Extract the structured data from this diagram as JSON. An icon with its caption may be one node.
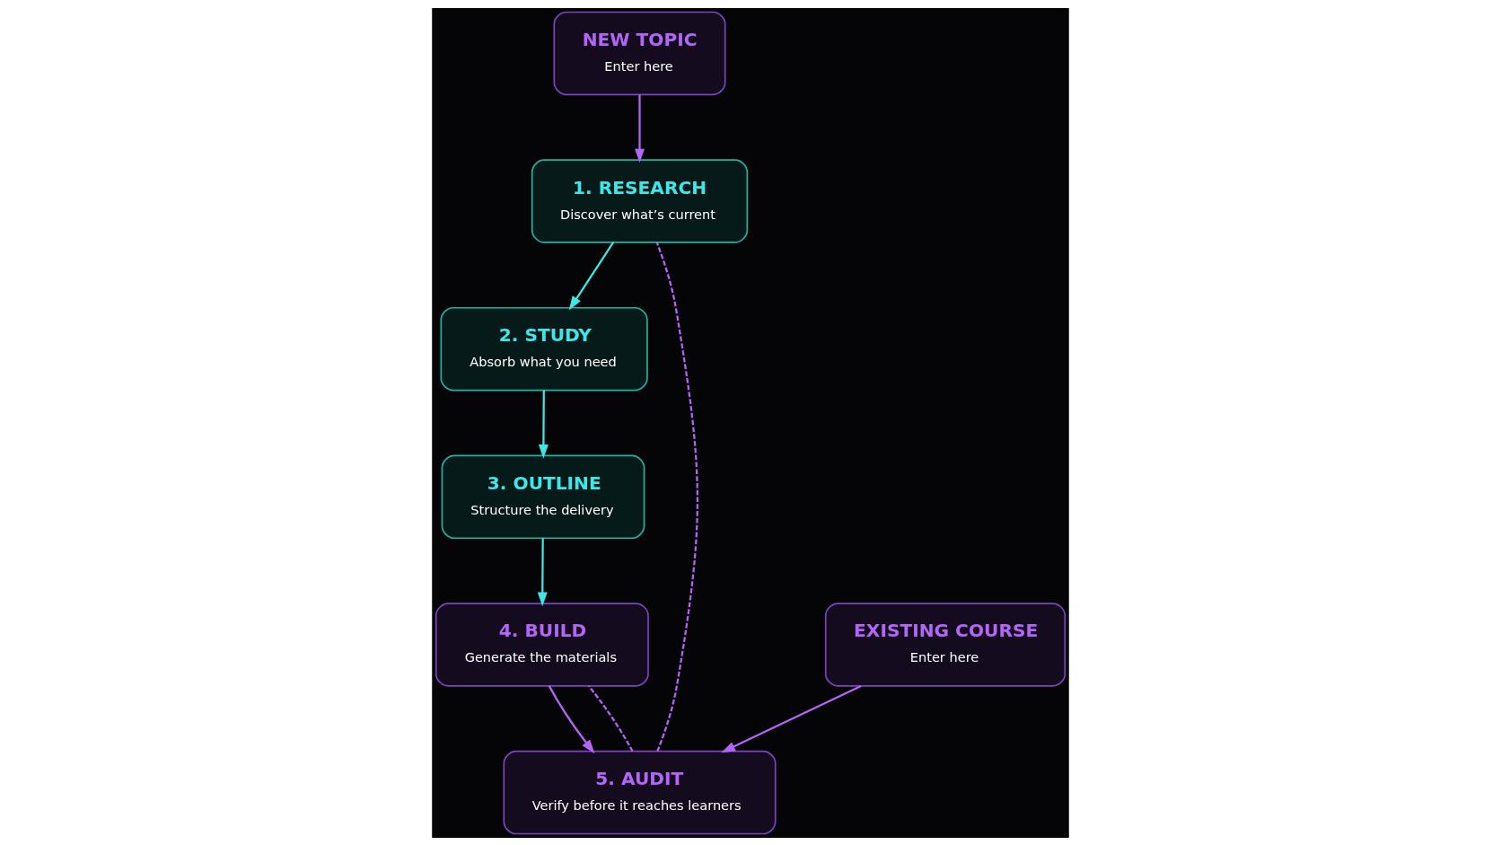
{
  "diagram": {
    "nodes": [
      {
        "text": [
          "NEW TOPIC",
          "Enter here"
        ]
      },
      {
        "text": [
          "EXISTING COURSE",
          "Enter here"
        ]
      },
      {
        "text": [
          "1. RESEARCH",
          "Discover what’s current"
        ]
      },
      {
        "text": [
          "2. STUDY",
          "Absorb what you need"
        ]
      },
      {
        "text": [
          "3. OUTLINE",
          "Structure the delivery"
        ]
      },
      {
        "text": [
          "4. BUILD",
          "Generate the materials"
        ]
      },
      {
        "text": [
          "5. AUDIT",
          "Verify before it reaches learners"
        ]
      }
    ],
    "edges": [
      {
        "from": 0,
        "to": 2,
        "arrow": "to",
        "color": "#b366f5"
      },
      {
        "from": 2,
        "to": 3,
        "arrow": "to",
        "color": "#3fe6e6"
      },
      {
        "from": 3,
        "to": 4,
        "arrow": "to",
        "color": "#3fe6e6"
      },
      {
        "from": 4,
        "to": 5,
        "arrow": "to",
        "color": "#3fe6e6"
      },
      {
        "from": 5,
        "to": 6,
        "arrow": "to",
        "color": "#b366f5"
      },
      {
        "from": 1,
        "to": 6,
        "arrow": "to",
        "color": "#b366f5"
      },
      {
        "from": 6,
        "to": 2,
        "arrow": "none",
        "style": "dashed",
        "color": "#b366f5"
      },
      {
        "from": 6,
        "to": 5,
        "arrow": "none",
        "style": "dashed",
        "color": "#b366f5"
      }
    ]
  }
}
